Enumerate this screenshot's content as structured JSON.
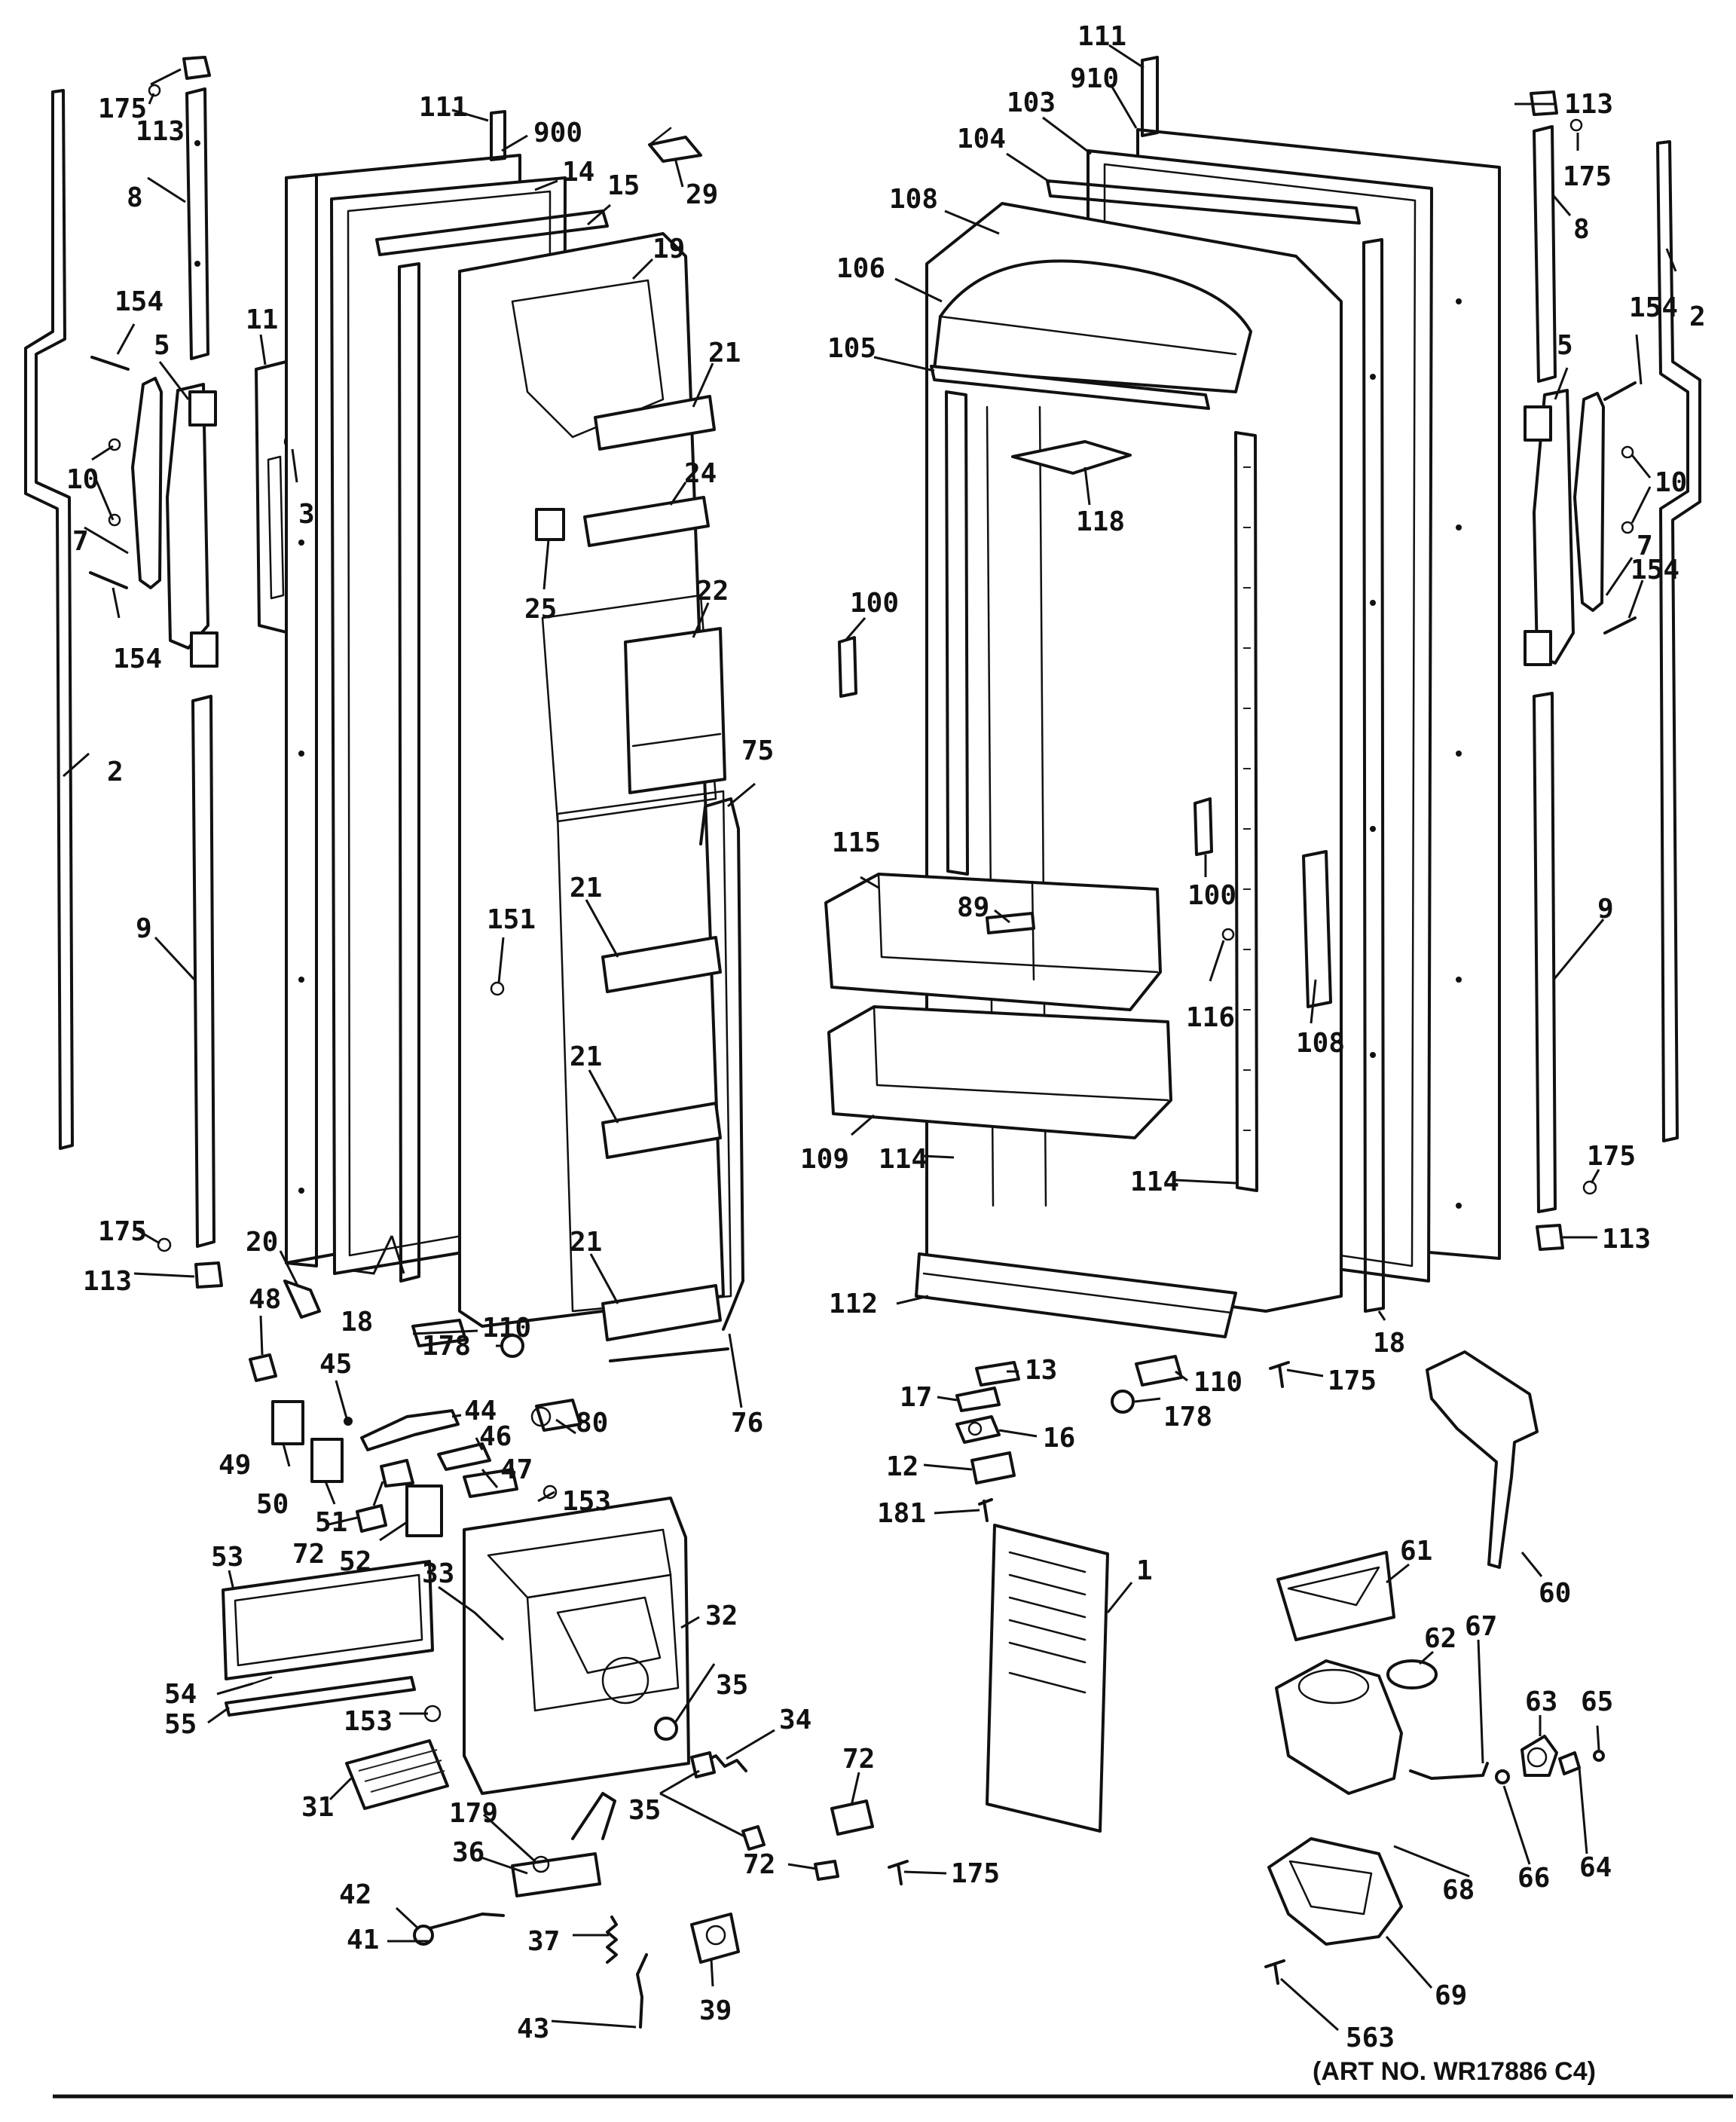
{
  "art_number": "(ART NO. WR17886 C4)",
  "callouts": [
    {
      "id": "c-175-tl",
      "label": "175"
    },
    {
      "id": "c-113-tl",
      "label": "113"
    },
    {
      "id": "c-8-l",
      "label": "8"
    },
    {
      "id": "c-154-l1",
      "label": "154"
    },
    {
      "id": "c-5-l",
      "label": "5"
    },
    {
      "id": "c-10-l",
      "label": "10"
    },
    {
      "id": "c-7-l",
      "label": "7"
    },
    {
      "id": "c-154-l2",
      "label": "154"
    },
    {
      "id": "c-2-l",
      "label": "2"
    },
    {
      "id": "c-9-l",
      "label": "9"
    },
    {
      "id": "c-175-bl",
      "label": "175"
    },
    {
      "id": "c-113-bl",
      "label": "113"
    },
    {
      "id": "c-111-l",
      "label": "111"
    },
    {
      "id": "c-900",
      "label": "900"
    },
    {
      "id": "c-14",
      "label": "14"
    },
    {
      "id": "c-15",
      "label": "15"
    },
    {
      "id": "c-29",
      "label": "29"
    },
    {
      "id": "c-19",
      "label": "19"
    },
    {
      "id": "c-11",
      "label": "11"
    },
    {
      "id": "c-3",
      "label": "3"
    },
    {
      "id": "c-21-a",
      "label": "21"
    },
    {
      "id": "c-24",
      "label": "24"
    },
    {
      "id": "c-25",
      "label": "25"
    },
    {
      "id": "c-22",
      "label": "22"
    },
    {
      "id": "c-75",
      "label": "75"
    },
    {
      "id": "c-151",
      "label": "151"
    },
    {
      "id": "c-21-b",
      "label": "21"
    },
    {
      "id": "c-21-c",
      "label": "21"
    },
    {
      "id": "c-21-d",
      "label": "21"
    },
    {
      "id": "c-20",
      "label": "20"
    },
    {
      "id": "c-18-l",
      "label": "18"
    },
    {
      "id": "c-110-l",
      "label": "110"
    },
    {
      "id": "c-178-l",
      "label": "178"
    },
    {
      "id": "c-80",
      "label": "80"
    },
    {
      "id": "c-76",
      "label": "76"
    },
    {
      "id": "c-48",
      "label": "48"
    },
    {
      "id": "c-45",
      "label": "45"
    },
    {
      "id": "c-44",
      "label": "44"
    },
    {
      "id": "c-46",
      "label": "46"
    },
    {
      "id": "c-49",
      "label": "49"
    },
    {
      "id": "c-50",
      "label": "50"
    },
    {
      "id": "c-51",
      "label": "51"
    },
    {
      "id": "c-47",
      "label": "47"
    },
    {
      "id": "c-153-a",
      "label": "153"
    },
    {
      "id": "c-72-a",
      "label": "72"
    },
    {
      "id": "c-52",
      "label": "52"
    },
    {
      "id": "c-53",
      "label": "53"
    },
    {
      "id": "c-33",
      "label": "33"
    },
    {
      "id": "c-32",
      "label": "32"
    },
    {
      "id": "c-54",
      "label": "54"
    },
    {
      "id": "c-55",
      "label": "55"
    },
    {
      "id": "c-35-a",
      "label": "35"
    },
    {
      "id": "c-153-b",
      "label": "153"
    },
    {
      "id": "c-34",
      "label": "34"
    },
    {
      "id": "c-31",
      "label": "31"
    },
    {
      "id": "c-35-b",
      "label": "35"
    },
    {
      "id": "c-72-b",
      "label": "72"
    },
    {
      "id": "c-72-c",
      "label": "72"
    },
    {
      "id": "c-175-m",
      "label": "175"
    },
    {
      "id": "c-179",
      "label": "179"
    },
    {
      "id": "c-36",
      "label": "36"
    },
    {
      "id": "c-42",
      "label": "42"
    },
    {
      "id": "c-41",
      "label": "41"
    },
    {
      "id": "c-37",
      "label": "37"
    },
    {
      "id": "c-39",
      "label": "39"
    },
    {
      "id": "c-43",
      "label": "43"
    },
    {
      "id": "c-111-r",
      "label": "111"
    },
    {
      "id": "c-910",
      "label": "910"
    },
    {
      "id": "c-103",
      "label": "103"
    },
    {
      "id": "c-104",
      "label": "104"
    },
    {
      "id": "c-108-a",
      "label": "108"
    },
    {
      "id": "c-106",
      "label": "106"
    },
    {
      "id": "c-105",
      "label": "105"
    },
    {
      "id": "c-118",
      "label": "118"
    },
    {
      "id": "c-100-a",
      "label": "100"
    },
    {
      "id": "c-100-b",
      "label": "100"
    },
    {
      "id": "c-115",
      "label": "115"
    },
    {
      "id": "c-89",
      "label": "89"
    },
    {
      "id": "c-116",
      "label": "116"
    },
    {
      "id": "c-108-b",
      "label": "108"
    },
    {
      "id": "c-109",
      "label": "109"
    },
    {
      "id": "c-114-a",
      "label": "114"
    },
    {
      "id": "c-114-b",
      "label": "114"
    },
    {
      "id": "c-112",
      "label": "112"
    },
    {
      "id": "c-18-r",
      "label": "18"
    },
    {
      "id": "c-13",
      "label": "13"
    },
    {
      "id": "c-17",
      "label": "17"
    },
    {
      "id": "c-16",
      "label": "16"
    },
    {
      "id": "c-12",
      "label": "12"
    },
    {
      "id": "c-181",
      "label": "181"
    },
    {
      "id": "c-175-rb",
      "label": "175"
    },
    {
      "id": "c-110-r",
      "label": "110"
    },
    {
      "id": "c-178-r",
      "label": "178"
    },
    {
      "id": "c-1",
      "label": "1"
    },
    {
      "id": "c-113-tr",
      "label": "113"
    },
    {
      "id": "c-175-tr",
      "label": "175"
    },
    {
      "id": "c-8-r",
      "label": "8"
    },
    {
      "id": "c-2-r",
      "label": "2"
    },
    {
      "id": "c-154-r1",
      "label": "154"
    },
    {
      "id": "c-5-r",
      "label": "5"
    },
    {
      "id": "c-10-r",
      "label": "10"
    },
    {
      "id": "c-7-r",
      "label": "7"
    },
    {
      "id": "c-154-r2",
      "label": "154"
    },
    {
      "id": "c-9-r",
      "label": "9"
    },
    {
      "id": "c-175-br",
      "label": "175"
    },
    {
      "id": "c-113-br",
      "label": "113"
    },
    {
      "id": "c-60",
      "label": "60"
    },
    {
      "id": "c-61",
      "label": "61"
    },
    {
      "id": "c-62",
      "label": "62"
    },
    {
      "id": "c-67",
      "label": "67"
    },
    {
      "id": "c-63",
      "label": "63"
    },
    {
      "id": "c-65",
      "label": "65"
    },
    {
      "id": "c-66",
      "label": "66"
    },
    {
      "id": "c-64",
      "label": "64"
    },
    {
      "id": "c-68",
      "label": "68"
    },
    {
      "id": "c-69",
      "label": "69"
    },
    {
      "id": "c-563",
      "label": "563"
    }
  ]
}
